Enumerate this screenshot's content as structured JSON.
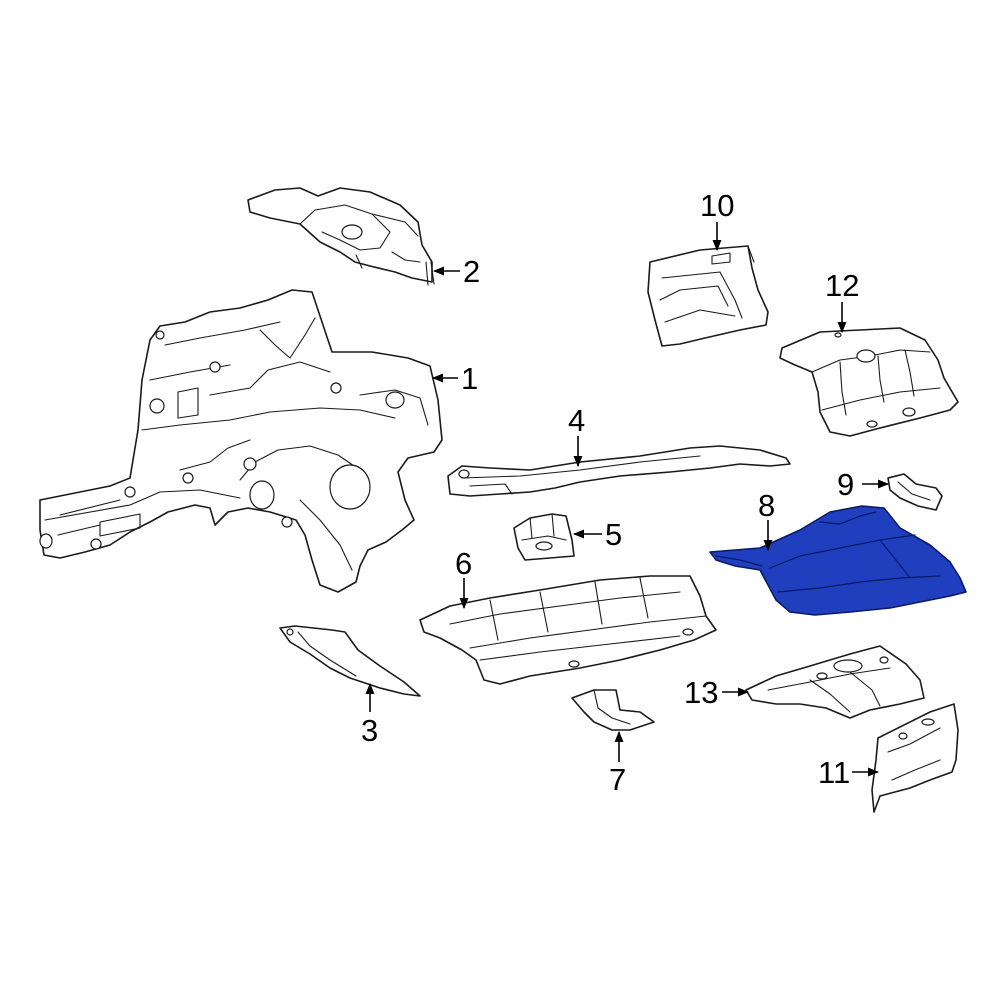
{
  "highlight_color": "#1f3fbf",
  "callouts": {
    "c1": "1",
    "c2": "2",
    "c3": "3",
    "c4": "4",
    "c5": "5",
    "c6": "6",
    "c7": "7",
    "c8": "8",
    "c9": "9",
    "c10": "10",
    "c11": "11",
    "c12": "12",
    "c13": "13"
  }
}
